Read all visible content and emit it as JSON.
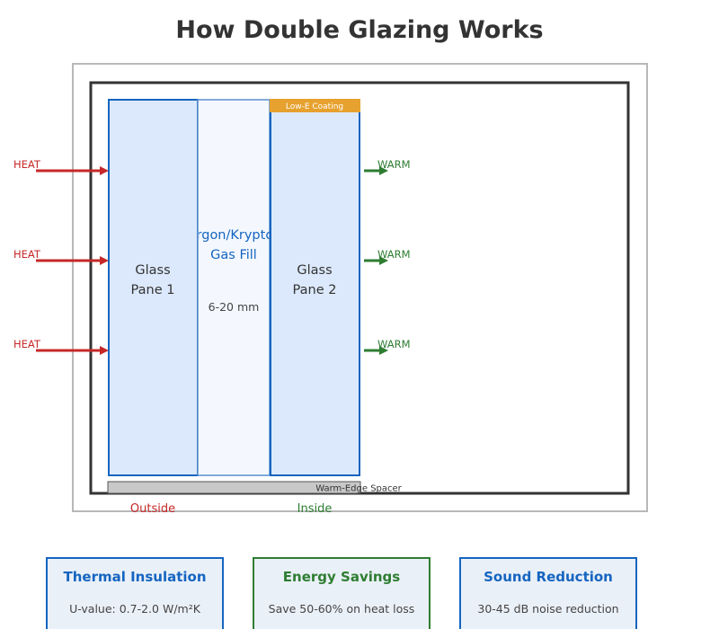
{
  "title": "How Double Glazing Works",
  "colors": {
    "heat": "#c62828",
    "warm": "#2e7d32",
    "blue": "#1565c0",
    "coating": "#e6a12e",
    "pane_fill": "#dce9fc",
    "gap_fill": "#f4f8fe",
    "frame": "#333333"
  },
  "panes": {
    "pane1": [
      "Glass",
      "Pane 1"
    ],
    "gap": [
      "Argon/Krypton",
      "Gas Fill"
    ],
    "gap_width": "6-20 mm",
    "pane2": [
      "Glass",
      "Pane 2"
    ]
  },
  "coating_label": "Low-E Coating",
  "spacer_label": "Warm-Edge Spacer",
  "side_labels": {
    "outside": "Outside",
    "inside": "Inside"
  },
  "heat_arrows": [
    "HEAT",
    "HEAT",
    "HEAT"
  ],
  "warm_arrows": [
    "WARM",
    "WARM",
    "WARM"
  ],
  "cards": [
    {
      "title": "Thermal Insulation",
      "text": "U-value: 0.7-2.0 W/m²K",
      "color": "#1565c0"
    },
    {
      "title": "Energy Savings",
      "text": "Save 50-60% on heat loss",
      "color": "#2e7d32"
    },
    {
      "title": "Sound Reduction",
      "text": "30-45 dB noise reduction",
      "color": "#1565c0"
    }
  ]
}
